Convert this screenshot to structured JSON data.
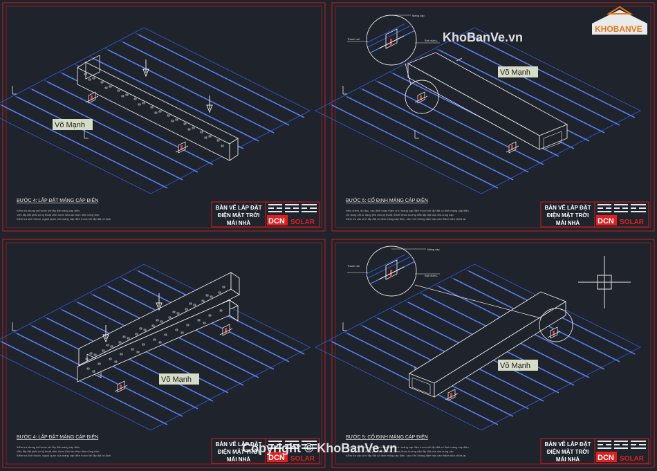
{
  "watermark": {
    "site": "KhoBanVe.vn",
    "copyright": "Copyright © KhoBanVe.vn",
    "logo": "KHOBANVE"
  },
  "panels": [
    {
      "step": "BƯỚC 4: LẮP ĐẶT MÁNG CÁP ĐIỆN",
      "notes": [
        "Kiểm tra khung rail trước khi lắp đặt máng cáp điện.",
        "Việc lắp đặt phải có kỹ thuật viên được đào tạo thực hiện công việc.",
        "Kiểm tra kích thước, ngoại quan của máng cáp điện trước khi lắp đặt cố định."
      ],
      "label": "Võ Mạnh",
      "title": [
        "BẢN VẼ LẮP ĐẶT",
        "ĐIỆN MẶT TRỜI",
        "MÁI NHÀ"
      ],
      "brand": "DCN",
      "brand2": "SOLAR"
    },
    {
      "step": "BƯỚC 5: CỐ ĐỊNH MÁNG CÁP ĐIỆN",
      "notes": [
        "Điều chỉnh, đo đạc, xác định hoàn thiện vị trí máng cáp điện trước khi lắp đặt cố định máng cáp điện.",
        "Sử dụng vật tư đúng yêu cầu kỹ thuật, thành khảo hướng dẫn lắp đặt của nhà cung cấp.",
        "Kiểm tra các vị trí lắp đặt cố định máng cáp điện, các vị trí không đảm bảo cần thành sửa chữa lại."
      ],
      "label": "Võ Mạnh",
      "callouts": {
        "top": "Máng cáp",
        "left": "Thanh rail",
        "right": "Bát chân L"
      },
      "title": [
        "BẢN VẼ LẮP ĐẶT",
        "ĐIỆN MẶT TRỜI",
        "MÁI NHÀ"
      ],
      "brand": "DCN",
      "brand2": "SOLAR"
    },
    {
      "step": "BƯỚC 4: LẮP ĐẶT MÁNG CÁP ĐIỆN",
      "notes": [
        "Kiểm tra khung rail trước khi lắp đặt máng cáp điện.",
        "Việc lắp đặt phải có kỹ thuật viên được đào tạo thực hiện công việc.",
        "Kiểm tra kích thước, ngoại quan của máng cáp điện trước khi lắp đặt cố định."
      ],
      "label": "Võ Mạnh",
      "title": [
        "BẢN VẼ LẮP ĐẶT",
        "ĐIỆN MẶT TRỜI",
        "MÁI NHÀ"
      ],
      "brand": "DCN",
      "brand2": "SOLAR"
    },
    {
      "step": "BƯỚC 5: CỐ ĐỊNH MÁNG CÁP ĐIỆN",
      "notes": [
        "Điều chỉnh, đo đạc, xác định hoàn thiện vị trí máng cáp điện trước khi lắp đặt cố định máng cáp điện.",
        "Sử dụng vật tư đúng yêu cầu kỹ thuật, thành khảo hướng dẫn lắp đặt của nhà cung cấp.",
        "Kiểm tra các vị trí lắp đặt cố định máng cáp điện, các vị trí không đảm bảo cần thành sửa chữa lại."
      ],
      "label": "Võ Mạnh",
      "callouts": {
        "top": "Máng cáp",
        "left": "Thanh rail",
        "right": "Bát chân L"
      },
      "title": [
        "BẢN VẼ LẮP ĐẶT",
        "ĐIỆN MẶT TRỜI",
        "MÁI NHÀ"
      ],
      "brand": "DCN",
      "brand2": "SOLAR"
    }
  ],
  "colors": {
    "bg": "#1f232b",
    "frame": "#c81e1e",
    "roof": "#2f56c8",
    "line": "#e8e8e8",
    "label_bg": "#d6dcc6"
  }
}
